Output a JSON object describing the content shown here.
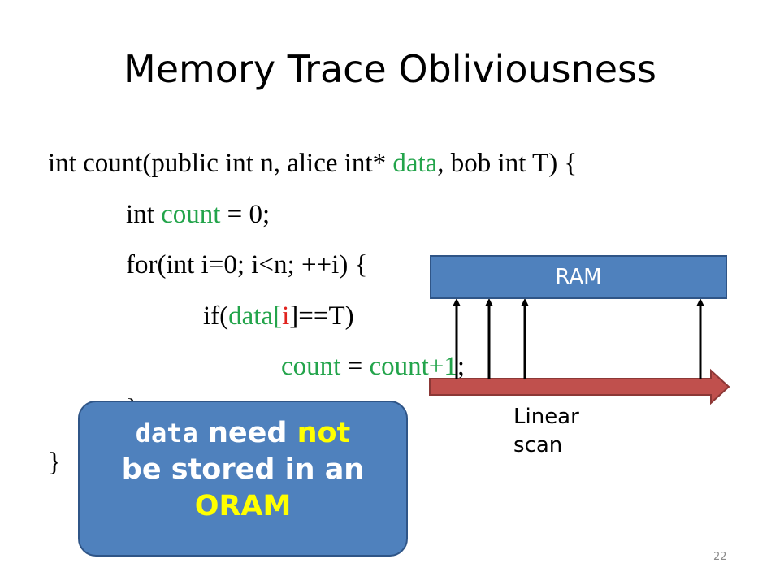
{
  "slide": {
    "title": "Memory Trace Obliviousness",
    "page_number": "22"
  },
  "code": {
    "line1": {
      "prefix": "int count(public int n, alice int* ",
      "var": "data",
      "suffix": ", bob int T) {"
    },
    "line2": {
      "prefix": "int ",
      "var": "count",
      "suffix": " = 0;"
    },
    "line3": {
      "text": "for(int i=0; i<n; ++i) {"
    },
    "line4": {
      "prefix": "if(",
      "var_data": "data",
      "bracket_open": "[",
      "var_i": "i",
      "bracket_close_rest": "]==T)"
    },
    "line5": {
      "var_count": "count",
      "middle": " = ",
      "var_count2": "count+1",
      "suffix": ";"
    },
    "line6": {
      "text": "}"
    },
    "line7": {
      "text": "}"
    }
  },
  "diagram": {
    "ram_label": "RAM",
    "scan_label": "Linear\nscan"
  },
  "callout": {
    "word_data": "data",
    "text_need": " need ",
    "word_not": "not",
    "line2": "be stored in an",
    "word_oram": "ORAM"
  },
  "colors": {
    "code_var": "#23a44b",
    "code_index": "#e0231e",
    "box_fill": "#4f81bd",
    "arrow_fill": "#c0504d",
    "highlight": "#ffff00"
  }
}
